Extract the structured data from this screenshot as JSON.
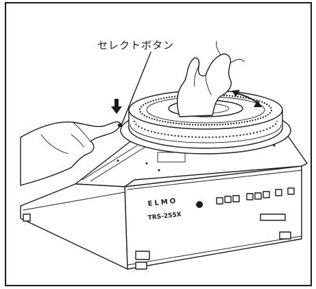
{
  "callout": {
    "label": "セレクトボタン"
  },
  "device": {
    "brand": "ELMO",
    "model": "TRS-255X"
  },
  "colors": {
    "ink": "#1a1a1a",
    "paper": "#ffffff"
  },
  "icons": {
    "push_arrow": "down-arrow-icon",
    "rotate_arrow": "double-arrow-icon"
  }
}
